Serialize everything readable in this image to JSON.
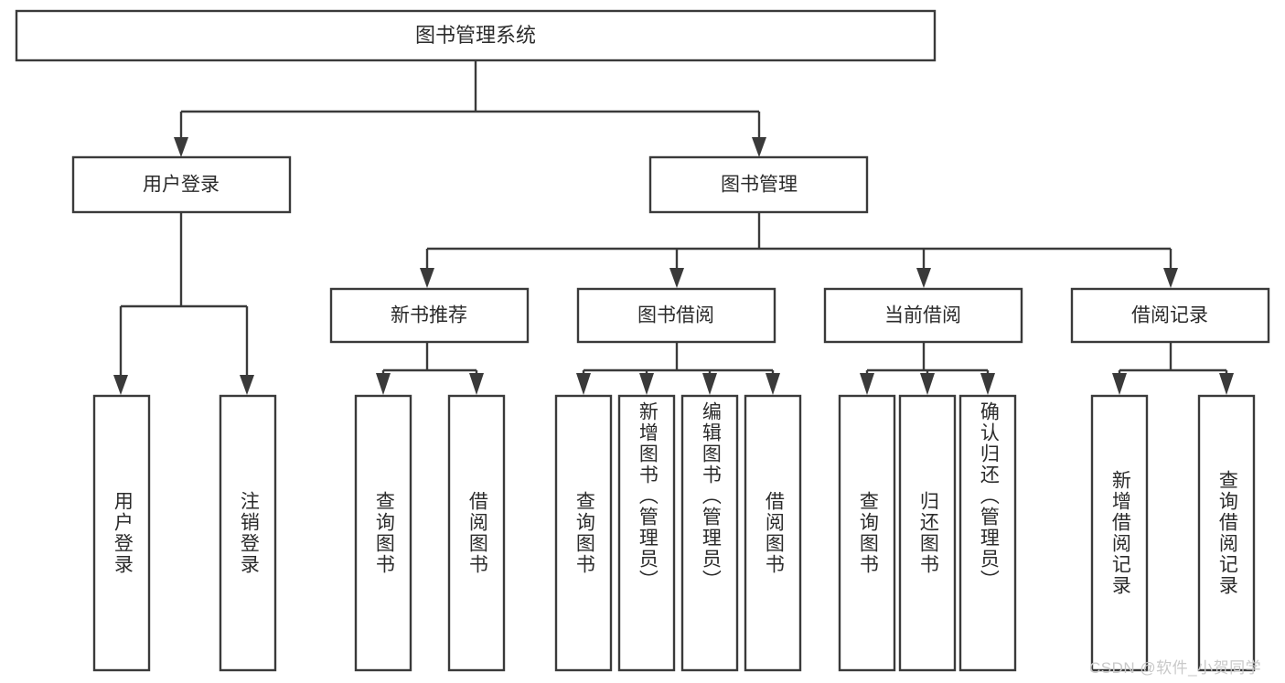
{
  "diagram": {
    "type": "tree-hierarchy",
    "orientation": "top-down",
    "root": {
      "id": "root",
      "label": "图书管理系统"
    },
    "level2": [
      {
        "id": "user-login",
        "label": "用户登录"
      },
      {
        "id": "book-management",
        "label": "图书管理"
      }
    ],
    "level3": [
      {
        "id": "new-book-recommend",
        "label": "新书推荐",
        "parent": "book-management"
      },
      {
        "id": "book-borrow",
        "label": "图书借阅",
        "parent": "book-management"
      },
      {
        "id": "current-borrow",
        "label": "当前借阅",
        "parent": "book-management"
      },
      {
        "id": "borrow-record",
        "label": "借阅记录",
        "parent": "book-management"
      }
    ],
    "leaves": [
      {
        "id": "leaf-user-login",
        "label": "用户登录",
        "parent": "user-login"
      },
      {
        "id": "leaf-logout-login",
        "label": "注销登录",
        "parent": "user-login"
      },
      {
        "id": "leaf-query-book-1",
        "label": "查询图书",
        "parent": "new-book-recommend"
      },
      {
        "id": "leaf-borrow-book-1",
        "label": "借阅图书",
        "parent": "new-book-recommend"
      },
      {
        "id": "leaf-query-book-2",
        "label": "查询图书",
        "parent": "book-borrow"
      },
      {
        "id": "leaf-add-book",
        "label": "新增图书（管理员）",
        "parent": "book-borrow"
      },
      {
        "id": "leaf-edit-book",
        "label": "编辑图书（管理员）",
        "parent": "book-borrow"
      },
      {
        "id": "leaf-borrow-book-2",
        "label": "借阅图书",
        "parent": "book-borrow"
      },
      {
        "id": "leaf-query-book-3",
        "label": "查询图书",
        "parent": "current-borrow"
      },
      {
        "id": "leaf-return-book",
        "label": "归还图书",
        "parent": "current-borrow"
      },
      {
        "id": "leaf-confirm-return",
        "label": "确认归还（管理员）",
        "parent": "current-borrow"
      },
      {
        "id": "leaf-add-record",
        "label": "新增借阅记录",
        "parent": "borrow-record"
      },
      {
        "id": "leaf-query-record",
        "label": "查询借阅记录",
        "parent": "borrow-record"
      }
    ],
    "colors": {
      "box_stroke": "#3a3a3a",
      "box_fill": "#ffffff",
      "connector": "#3a3a3a",
      "text": "#2b2b2b",
      "background": "#ffffff",
      "watermark": "#c9c9c9"
    }
  },
  "watermark": {
    "text": "CSDN @软件_小贺同学"
  }
}
